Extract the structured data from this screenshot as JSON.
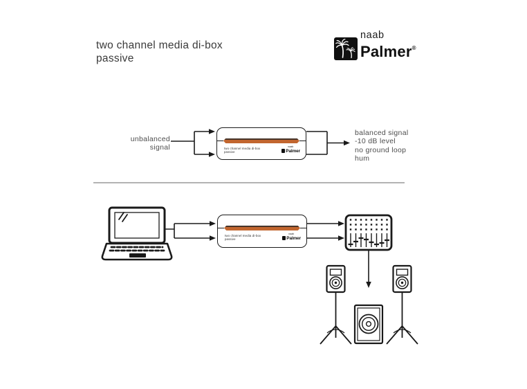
{
  "title": {
    "line1": "two channel media di-box",
    "line2": "passive"
  },
  "brand": {
    "naab": "naab",
    "palmer": "Palmer",
    "reg": "®",
    "icon": "palm-tree-icon"
  },
  "device": {
    "label_line1": "two channel media di-box",
    "label_line2": "passive",
    "brand_naab": "naab",
    "brand_palmer": "Palmer",
    "front_panel_color": "#c2662f",
    "front_panel_edge_color": "#46342a"
  },
  "diagram1": {
    "input_line1": "unbalanced",
    "input_line2": "signal",
    "output_lines": [
      "balanced signal",
      "-10 dB level",
      "no ground loop",
      "hum"
    ]
  },
  "diagram2": {
    "icons": [
      "laptop-icon",
      "di-box-device",
      "mixer-icon",
      "speaker-on-stand-icon",
      "subwoofer-icon",
      "down-arrow-icon"
    ]
  },
  "colors": {
    "background": "#ffffff",
    "line": "#1a1a1a",
    "divider": "#b3b3b3",
    "title_text": "#3a3a3a",
    "label_text": "#4d4d4d"
  }
}
